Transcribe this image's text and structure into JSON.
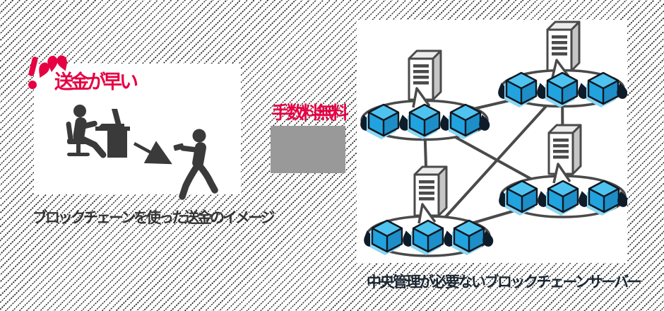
{
  "background": {
    "style": "diagonal-stripes",
    "stripe_color": "#2f2f2f",
    "base_color": "#ffffff"
  },
  "left_panel": {
    "title": "送金が早い",
    "title_color": "#e60043",
    "caption": "ブロックチェーンを使った送金のイメージ",
    "caption_color": "#333333",
    "icons": [
      "flash-emphasis-marks",
      "person-at-desk-with-laptop",
      "transfer-arrow",
      "walking-person-with-phone"
    ],
    "pictogram_color": "#3a3a3a"
  },
  "middle": {
    "fee_label": "手数料無料",
    "fee_label_color": "#e60043",
    "placeholder_box_color": "#999999"
  },
  "right_panel": {
    "caption": "中央管理が必要ないブロックチェーンサーバー",
    "caption_color": "#1b2631",
    "topology": "fully-connected",
    "node_count": 4,
    "edge_count": 6,
    "blocks_per_node": 3,
    "nodes": [
      {
        "id": "top-left",
        "icon": "server-icon",
        "bubble": "blockchain-chain"
      },
      {
        "id": "top-right",
        "icon": "server-icon",
        "bubble": "blockchain-chain"
      },
      {
        "id": "bottom-left",
        "icon": "server-icon",
        "bubble": "blockchain-chain"
      },
      {
        "id": "right-middle",
        "icon": "server-icon",
        "bubble": "blockchain-chain"
      }
    ],
    "colors": {
      "line": "#4a4a4a",
      "cube_top": "#4fc3f0",
      "cube_left": "#21a3e0",
      "cube_right": "#1e8ec8",
      "cube_shadow": "#8ad7f5",
      "chain_link": "#0e1c2a",
      "server_side": "#c6c6c6",
      "server_top": "#ececec"
    }
  }
}
